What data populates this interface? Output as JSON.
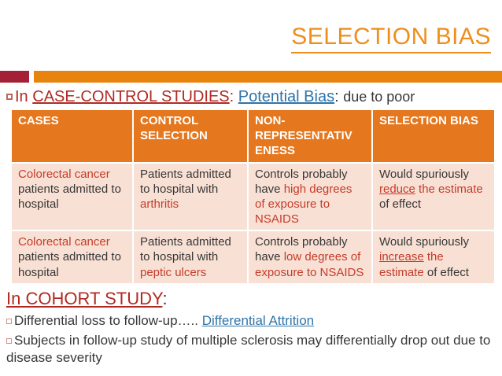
{
  "slide": {
    "title": "SELECTION BIAS",
    "colors": {
      "title_orange": "#EE8E1E",
      "accent_bar_orange": "#E8830F",
      "accent_bar_maroon": "#A32035",
      "table_header_orange": "#E5771E",
      "table_row_pink": "#F9E0D4",
      "heading_red": "#B12A22",
      "cell_red": "#C43C2B",
      "link_blue": "#2E74A8"
    },
    "intro": {
      "prefix": "In ",
      "case_control_studies": "CASE-CONTROL STUDIES",
      "colon1": ": ",
      "potential_bias": "Potential Bias",
      "colon2": ": ",
      "suffix": "due to poor"
    },
    "table": {
      "headers": [
        "CASES",
        "CONTROL SELECTION",
        "NON-\nREPRESENTATIV\nENESS",
        "SELECTION BIAS"
      ],
      "rows": [
        {
          "cases": [
            {
              "t": "Colorectal cancer ",
              "c": "red"
            },
            {
              "t": "patients admitted to hospital",
              "c": "black"
            }
          ],
          "control": [
            {
              "t": "Patients admitted to hospital with ",
              "c": "black"
            },
            {
              "t": "arthritis",
              "c": "red"
            }
          ],
          "nonrep": [
            {
              "t": "Controls probably have ",
              "c": "black"
            },
            {
              "t": "high degrees of exposure to NSAIDS",
              "c": "red"
            }
          ],
          "bias": [
            {
              "t": "Would spuriously ",
              "c": "black"
            },
            {
              "t": "reduce",
              "c": "red-u"
            },
            {
              "t": " the estimate ",
              "c": "red"
            },
            {
              "t": "of effect",
              "c": "black"
            }
          ]
        },
        {
          "cases": [
            {
              "t": "Colorectal cancer ",
              "c": "red"
            },
            {
              "t": "patients admitted to hospital",
              "c": "black"
            }
          ],
          "control": [
            {
              "t": "Patients admitted to hospital with ",
              "c": "black"
            },
            {
              "t": "peptic ulcers",
              "c": "red"
            }
          ],
          "nonrep": [
            {
              "t": "Controls probably have ",
              "c": "black"
            },
            {
              "t": "low degrees of exposure to NSAIDS",
              "c": "red"
            }
          ],
          "bias": [
            {
              "t": "Would spuriously ",
              "c": "black"
            },
            {
              "t": "increase",
              "c": "red-u"
            },
            {
              "t": " the estimate ",
              "c": "red"
            },
            {
              "t": "of effect",
              "c": "black"
            }
          ]
        }
      ]
    },
    "cohort": {
      "heading": "In COHORT STUDY",
      "heading_colon": ":",
      "bullet1_black": "Differential loss to follow-up….. ",
      "bullet1_link": "Differential Attrition",
      "bullet2": "Subjects in follow-up study of multiple sclerosis may differentially drop out due to disease severity"
    }
  }
}
